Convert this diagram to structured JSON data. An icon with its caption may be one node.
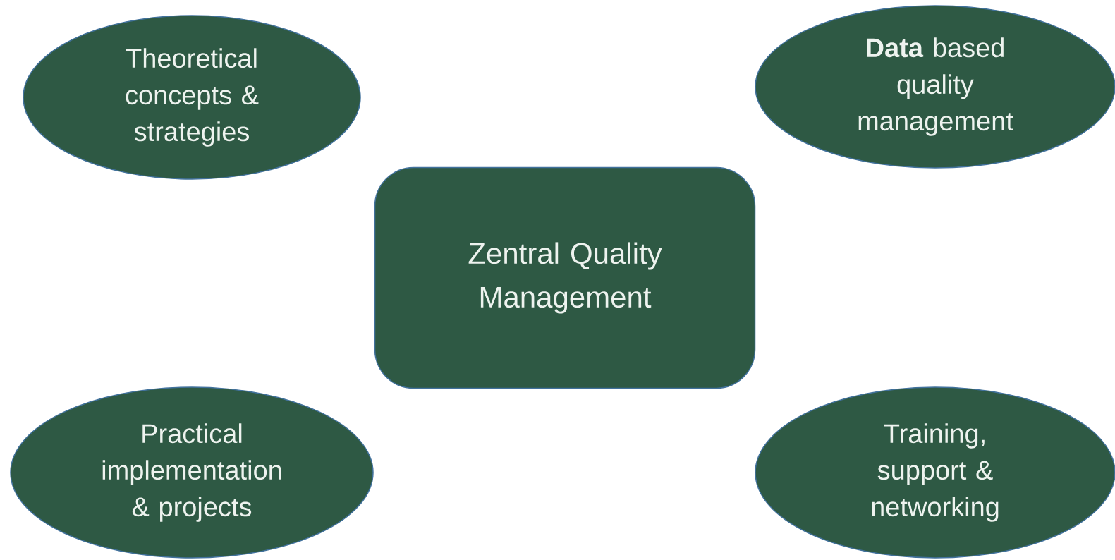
{
  "diagram": {
    "nodes": [
      {
        "text": [
          "Theoretical concepts & strategies"
        ]
      },
      {
        "text": [
          "**Data** based quality management"
        ]
      },
      {
        "text": [
          "Zentral Quality Management"
        ]
      },
      {
        "text": [
          "Practical implementation & projects"
        ]
      },
      {
        "text": [
          "Training, support & networking"
        ]
      }
    ]
  }
}
